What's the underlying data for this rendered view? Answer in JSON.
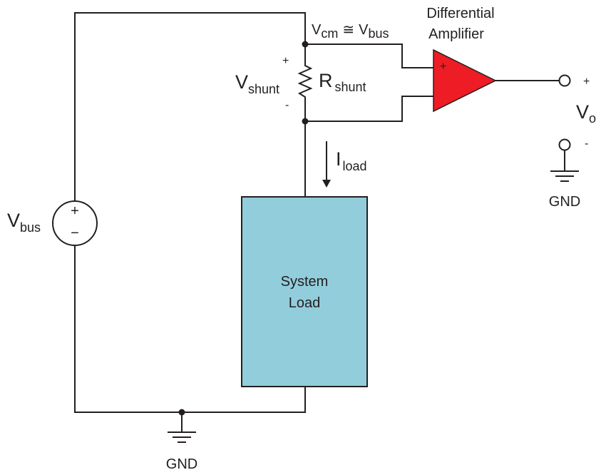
{
  "amplifier": {
    "title_line1": "Differential",
    "title_line2": "Amplifier",
    "plus_sign": "+",
    "fill_color": "#ee1c24"
  },
  "common_mode": {
    "v": "V",
    "cm_sub": "cm",
    "approx": "≅",
    "v2": "V",
    "bus_sub": "bus"
  },
  "shunt": {
    "v": "V",
    "v_sub": "shunt",
    "r": "R",
    "r_sub": "shunt",
    "plus": "+",
    "minus": "-"
  },
  "load_current": {
    "i": "I",
    "i_sub": "load"
  },
  "load": {
    "line1": "System",
    "line2": "Load",
    "fill_color": "#92cddc"
  },
  "source": {
    "v": "V",
    "v_sub": "bus",
    "plus": "+",
    "minus": "−"
  },
  "output": {
    "v": "V",
    "v_sub": "o",
    "plus": "+",
    "minus": "-"
  },
  "ground_labels": {
    "main": "GND",
    "output": "GND"
  }
}
